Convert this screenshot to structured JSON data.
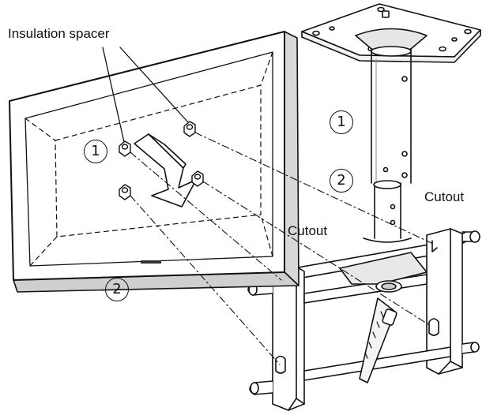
{
  "labels": {
    "insulation_spacer": "Insulation spacer",
    "cutout_right": "Cutout",
    "cutout_center": "Cutout"
  },
  "step_markers": {
    "step1_panel": "1",
    "step2_panel": "2",
    "step1_pole": "1",
    "step2_pole": "2"
  }
}
